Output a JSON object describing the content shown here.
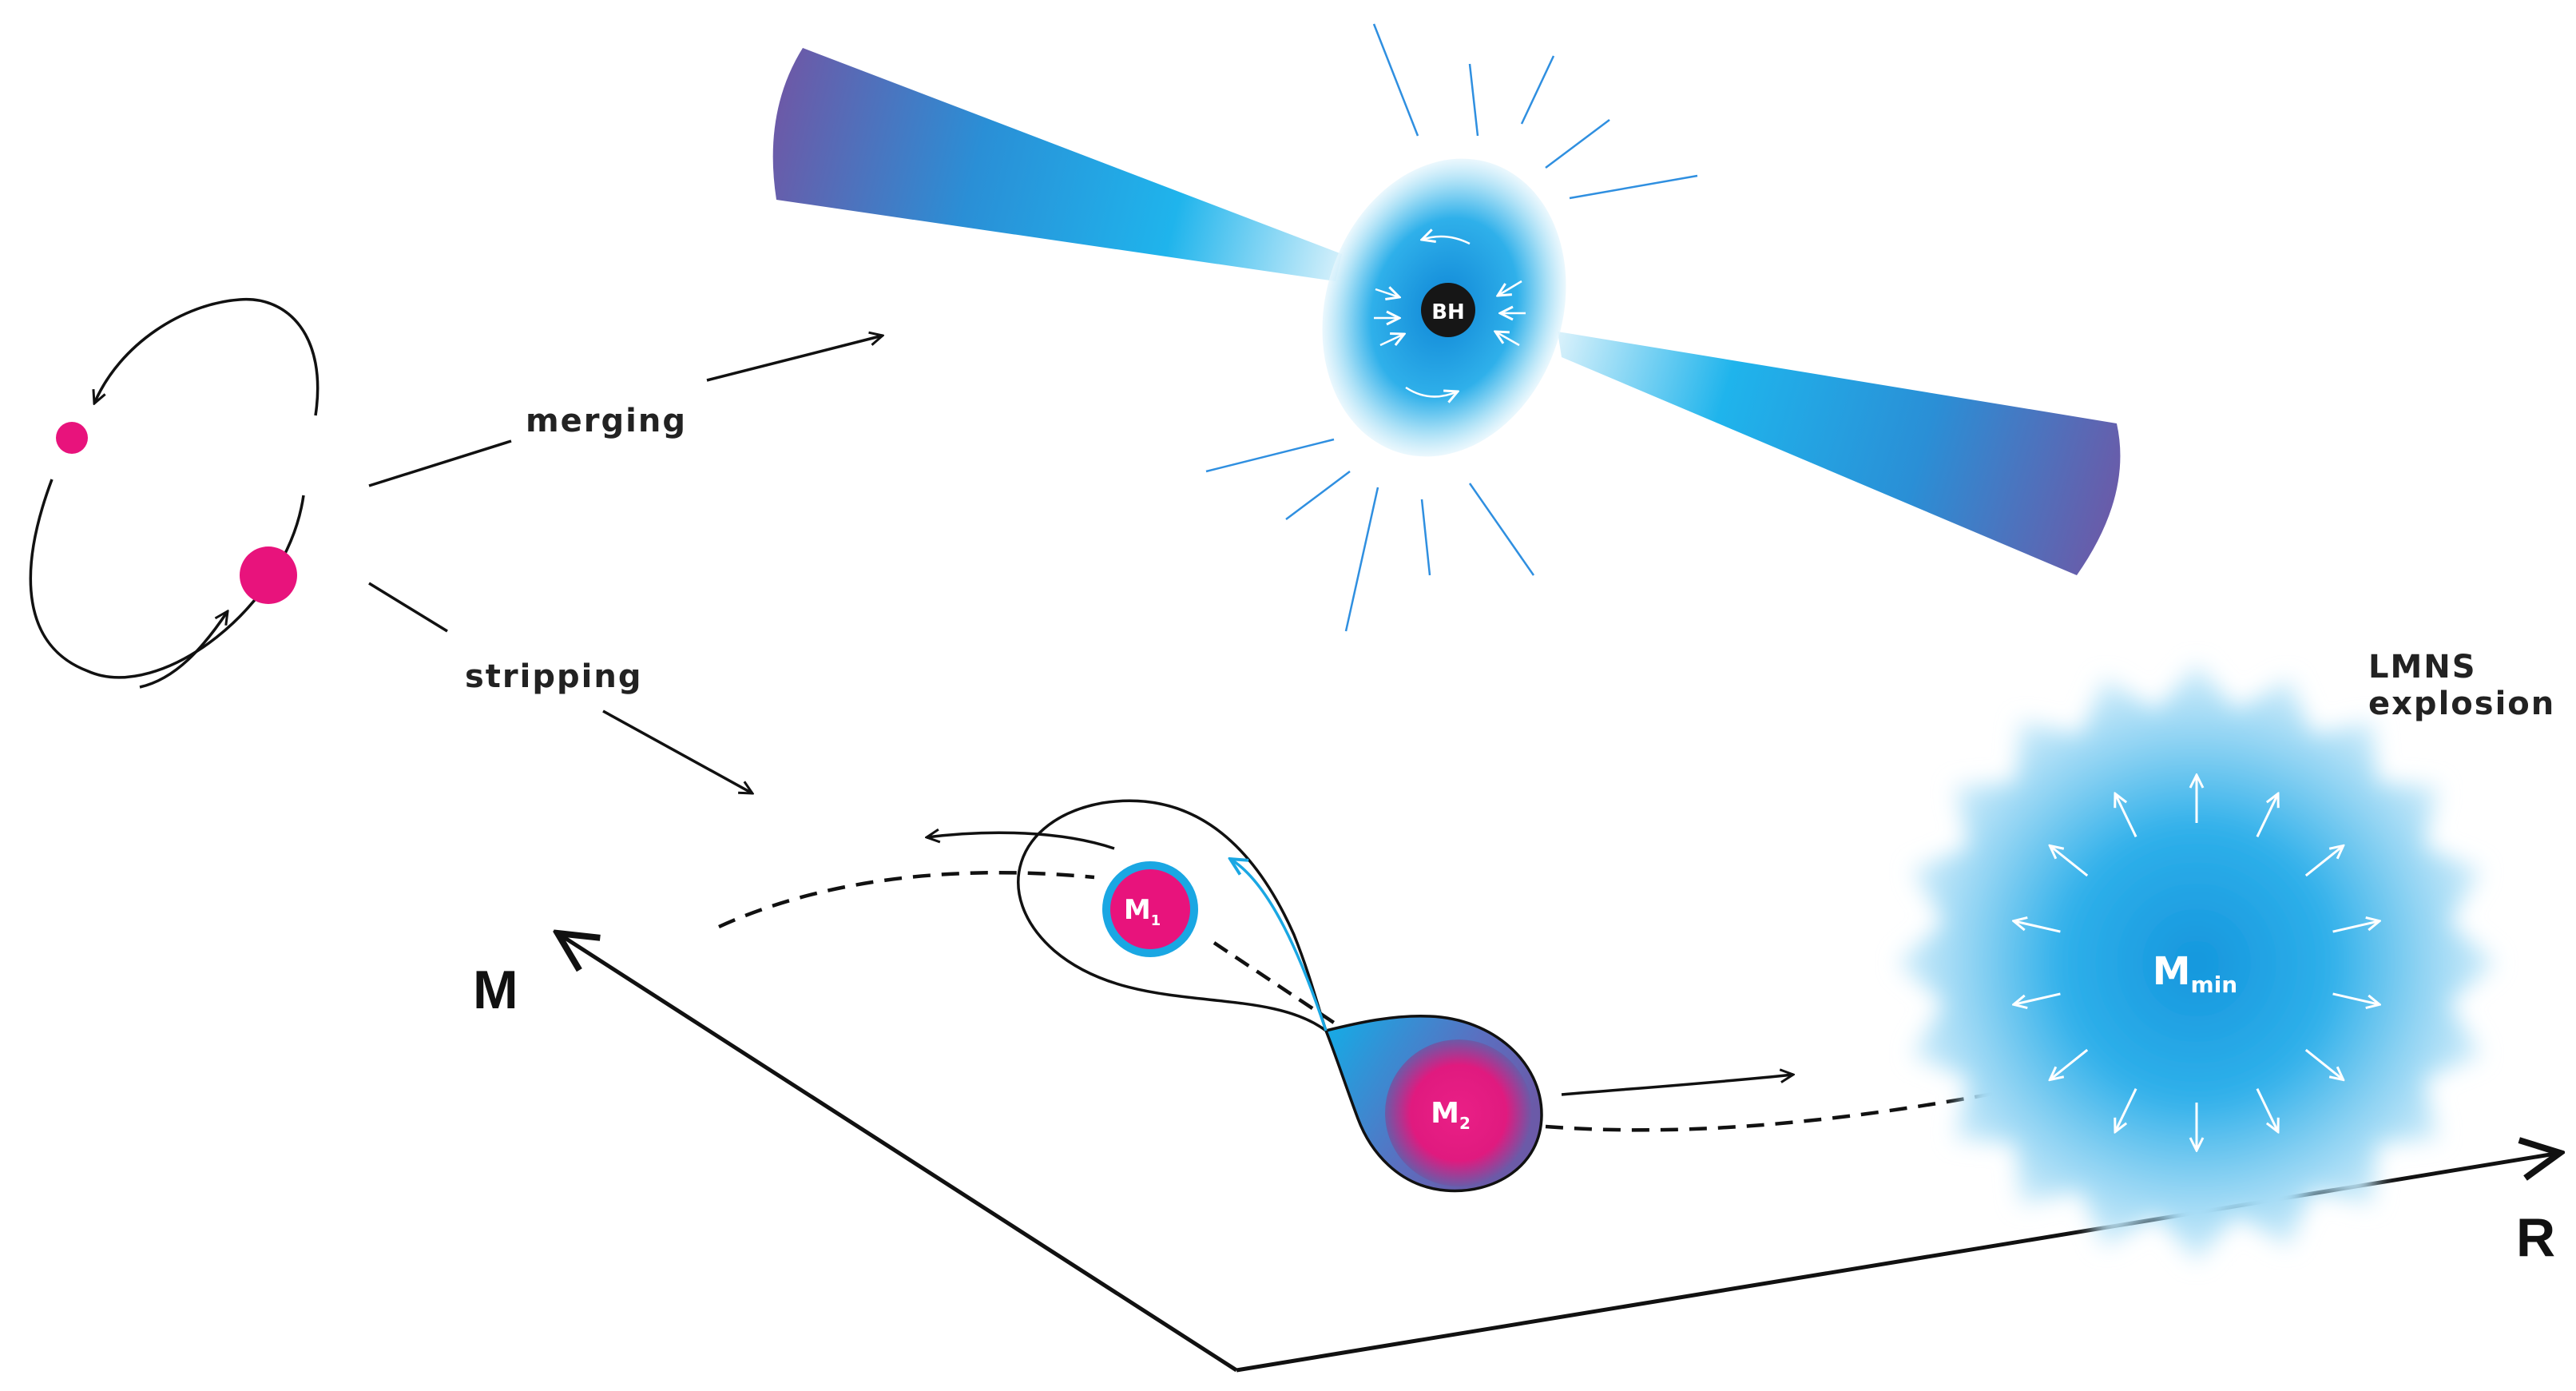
{
  "labels": {
    "merging": "merging",
    "stripping": "stripping",
    "bh": "BH",
    "m1_base": "M",
    "m1_sub": "1",
    "m2_base": "M",
    "m2_sub": "2",
    "mmin_base": "M",
    "mmin_sub": "min",
    "lmns_line1": "LMNS",
    "lmns_line2": "explosion",
    "axis_m": "M",
    "axis_r": "R"
  },
  "colors": {
    "star_pink": "#e8137c",
    "jet_blue": "#1aa7e3",
    "jet_purple": "#6b5aa8",
    "glow_blue": "#2fa8e6",
    "ink": "#111111"
  },
  "icons": [
    "orbit-arrow-icon",
    "explosion-arrow-icon",
    "radiation-line-icon"
  ]
}
